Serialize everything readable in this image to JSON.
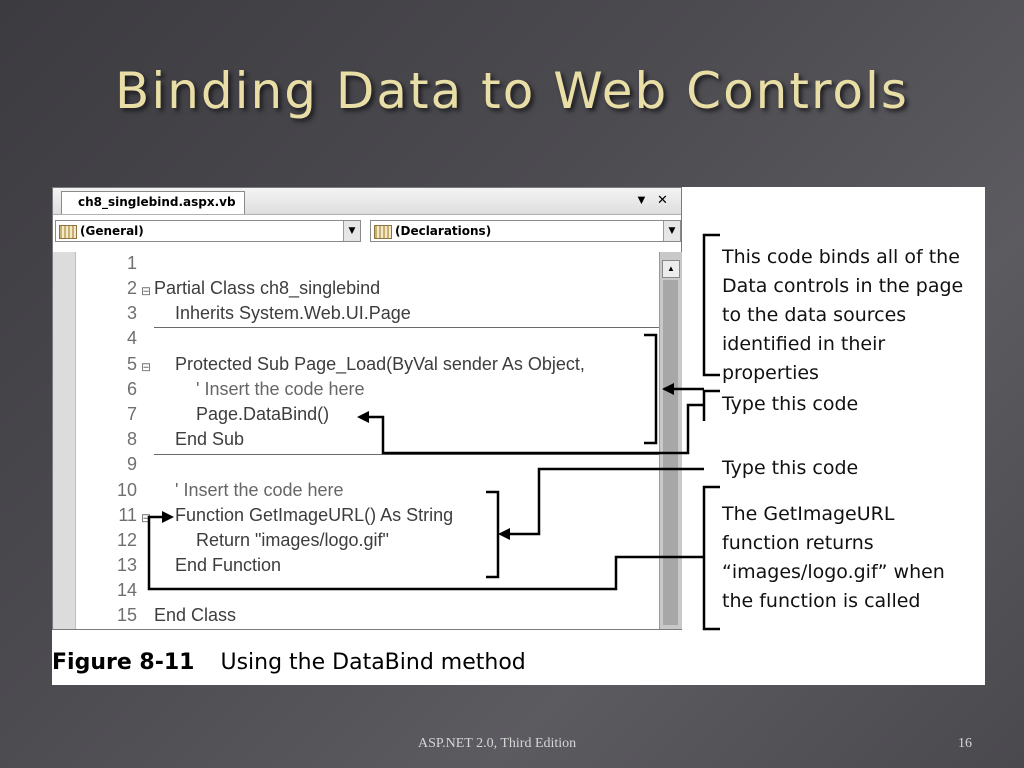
{
  "slide": {
    "title": "Binding Data to Web Controls",
    "footer_text": "ASP.NET 2.0, Third Edition",
    "page_number": "16"
  },
  "editor": {
    "tab_label": "ch8_singlebind.aspx.vb",
    "dropdown_glyph": "▼",
    "close_glyph": "✕",
    "left_combo": "(General)",
    "right_combo": "(Declarations)",
    "line_numbers": [
      "1",
      "2",
      "3",
      "4",
      "5",
      "6",
      "7",
      "8",
      "9",
      "10",
      "11",
      "12",
      "13",
      "14",
      "15"
    ],
    "lines": [
      "",
      "Partial Class ch8_singlebind",
      "Inherits System.Web.UI.Page",
      "",
      "Protected Sub Page_Load(ByVal sender As Object,",
      "' Insert the code here",
      "Page.DataBind()",
      "End Sub",
      "",
      "' Insert the code here",
      "Function GetImageURL() As String",
      "Return \"images/logo.gif\"",
      "End Function",
      "",
      "End Class"
    ]
  },
  "callouts": {
    "binds": "This code binds all of the\nData controls in the page\nto the data sources\nidentified in their properties",
    "type1": "Type this code",
    "type2": "Type this code",
    "function": "The  GetImageURL\nfunction returns\n“images/logo.gif” when\nthe function is called"
  },
  "figure": {
    "label": "Figure 8-11",
    "text": "Using the DataBind method"
  }
}
